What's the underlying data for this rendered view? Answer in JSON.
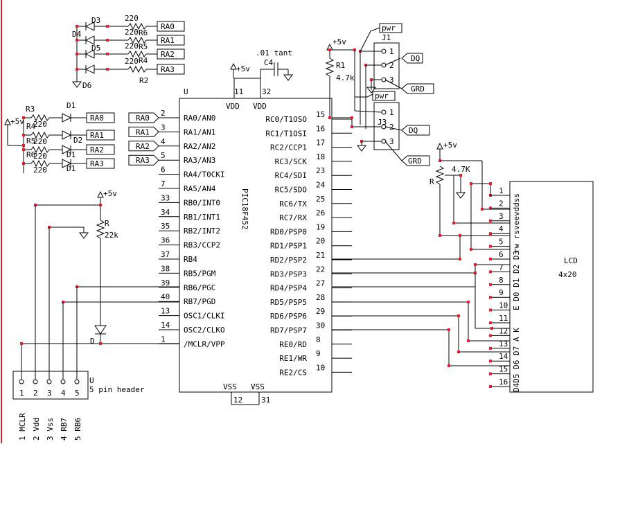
{
  "mcu": {
    "ref": "U",
    "part": "PIC18F452",
    "vdd": "VDD",
    "vss": "VSS",
    "left_pins": [
      {
        "num": "2",
        "name": "RA0/AN0"
      },
      {
        "num": "3",
        "name": "RA1/AN1"
      },
      {
        "num": "4",
        "name": "RA2/AN2"
      },
      {
        "num": "5",
        "name": "RA3/AN3"
      },
      {
        "num": "6",
        "name": "RA4/T0CKI"
      },
      {
        "num": "7",
        "name": "RA5/AN4"
      },
      {
        "num": "33",
        "name": "RB0/INT0"
      },
      {
        "num": "34",
        "name": "RB1/INT1"
      },
      {
        "num": "35",
        "name": "RB2/INT2"
      },
      {
        "num": "36",
        "name": "RB3/CCP2"
      },
      {
        "num": "37",
        "name": "RB4"
      },
      {
        "num": "38",
        "name": "RB5/PGM"
      },
      {
        "num": "39",
        "name": "RB6/PGC"
      },
      {
        "num": "40",
        "name": "RB7/PGD"
      },
      {
        "num": "13",
        "name": "OSC1/CLKI"
      },
      {
        "num": "14",
        "name": "OSC2/CLKO"
      },
      {
        "num": "1",
        "name": "/MCLR/VPP"
      }
    ],
    "right_pins": [
      {
        "num": "15",
        "name": "RC0/T1OSO"
      },
      {
        "num": "16",
        "name": "RC1/T1OSI"
      },
      {
        "num": "17",
        "name": "RC2/CCP1"
      },
      {
        "num": "18",
        "name": "RC3/SCK"
      },
      {
        "num": "23",
        "name": "RC4/SDI"
      },
      {
        "num": "24",
        "name": "RC5/SDO"
      },
      {
        "num": "25",
        "name": "RC6/TX"
      },
      {
        "num": "26",
        "name": "RC7/RX"
      },
      {
        "num": "19",
        "name": "RD0/PSP0"
      },
      {
        "num": "20",
        "name": "RD1/PSP1"
      },
      {
        "num": "21",
        "name": "RD2/PSP2"
      },
      {
        "num": "22",
        "name": "RD3/PSP3"
      },
      {
        "num": "27",
        "name": "RD4/PSP4"
      },
      {
        "num": "28",
        "name": "RD5/PSP5"
      },
      {
        "num": "29",
        "name": "RD6/PSP6"
      },
      {
        "num": "30",
        "name": "RD7/PSP7"
      },
      {
        "num": "8",
        "name": "RE0/RD"
      },
      {
        "num": "9",
        "name": "RE1/WR"
      },
      {
        "num": "10",
        "name": "RE2/CS"
      }
    ],
    "top_pins": [
      "11",
      "32"
    ],
    "bottom_pins": [
      "12",
      "31"
    ]
  },
  "power": {
    "plus5": "+5v",
    "pwr": "pwr"
  },
  "net_labels": {
    "ra": [
      "RA0",
      "RA1",
      "RA2",
      "RA3"
    ],
    "dq": "DQ",
    "grd": "GRD"
  },
  "top_leds": {
    "diodes": [
      "D3",
      "D4",
      "D5",
      "D6"
    ],
    "resistors": [
      "R6",
      "R5",
      "R4",
      "R2"
    ],
    "value": "220"
  },
  "left_leds": {
    "diodes": [
      "D1",
      "D2",
      "D1",
      "D1"
    ],
    "resistors": [
      "R3",
      "R4",
      "R5",
      "R6"
    ],
    "value": "220"
  },
  "cap": {
    "ref": "C4",
    "value": ".01 tant"
  },
  "r1": {
    "ref": "R1",
    "value": "4.7k"
  },
  "j1": {
    "ref": "J1",
    "pins": [
      "1",
      "2",
      "3"
    ]
  },
  "j3": {
    "ref": "J3",
    "pins": [
      "1",
      "2",
      "3"
    ]
  },
  "r_mclr": {
    "ref": "R",
    "value": "22k"
  },
  "d_mclr": {
    "ref": "D"
  },
  "pot": {
    "ref": "R",
    "value": "4.7K"
  },
  "lcd": {
    "title": "LCD",
    "size": "4x20",
    "pins": [
      "1",
      "2",
      "3",
      "4",
      "5",
      "6",
      "7",
      "8",
      "9",
      "10",
      "11",
      "12",
      "13",
      "14",
      "15",
      "16"
    ],
    "signals_a": "rw rsveevddss",
    "signals_b": "E D0 D1 D2 D3",
    "signals_c": "D4D5 D6 D7 A K"
  },
  "header": {
    "ref": "U",
    "title": "5 pin header",
    "pins": [
      "1",
      "2",
      "3",
      "4",
      "5"
    ],
    "labels": [
      "1 MCLR",
      "2 Vdd",
      "3 Vss",
      "4 RB7",
      "5 RB6"
    ]
  }
}
